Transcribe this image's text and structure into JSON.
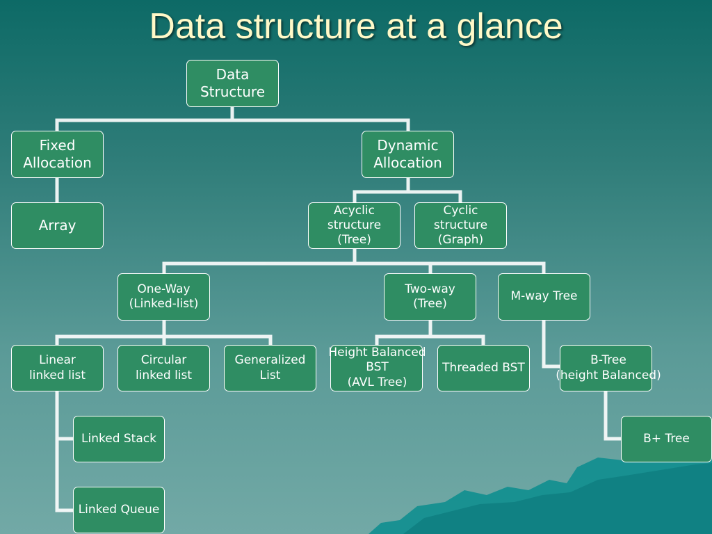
{
  "title": "Data structure at a glance",
  "nodes": {
    "data_structure": "Data\nStructure",
    "fixed_allocation": "Fixed\nAllocation",
    "dynamic_allocation": "Dynamic\nAllocation",
    "array": "Array",
    "acyclic": "Acyclic\nstructure\n(Tree)",
    "cyclic": "Cyclic\nstructure\n(Graph)",
    "one_way": "One-Way\n(Linked-list)",
    "two_way": "Two-way\n(Tree)",
    "m_way": "M-way Tree",
    "linear_linked_list": "Linear\nlinked list",
    "circular_linked_list": "Circular\nlinked list",
    "generalized_list": "Generalized\nList",
    "height_balanced_bst": "Height Balanced\nBST\n(AVL Tree)",
    "threaded_bst": "Threaded BST",
    "b_tree": "B-Tree\n(height Balanced)",
    "linked_stack": "Linked Stack",
    "linked_queue": "Linked Queue",
    "b_plus_tree": "B+ Tree"
  },
  "colors": {
    "node_fill": "#2f8d63",
    "node_border": "#ffffff",
    "connector": "#ffffff",
    "title": "#fff9c8"
  }
}
